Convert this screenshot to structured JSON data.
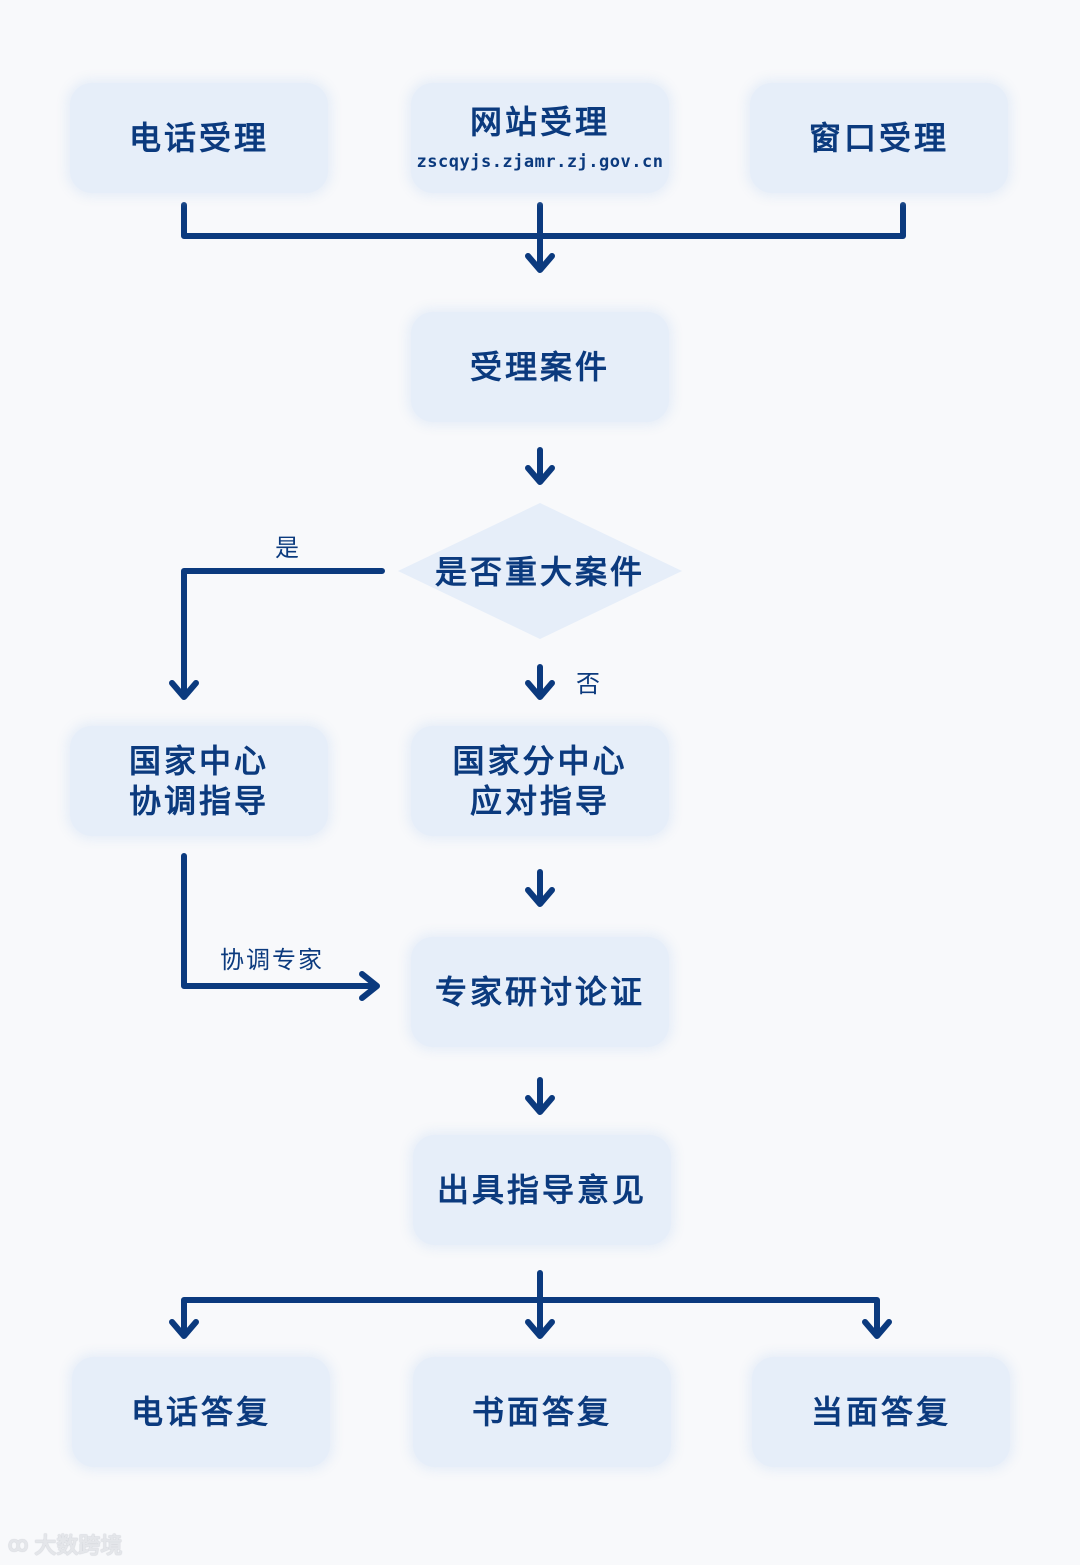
{
  "intake": {
    "phone": "电话受理",
    "website": "网站受理",
    "website_url": "zscqyjs.zjamr.zj.gov.cn",
    "window": "窗口受理"
  },
  "accept_case": "受理案件",
  "decision": {
    "question": "是否重大案件",
    "yes_label": "是",
    "no_label": "否"
  },
  "national_center": {
    "line1": "国家中心",
    "line2": "协调指导"
  },
  "branch_center": {
    "line1": "国家分中心",
    "line2": "应对指导"
  },
  "coordinate_experts_label": "协调专家",
  "expert_review": "专家研讨论证",
  "issue_opinion": "出具指导意见",
  "replies": {
    "phone": "电话答复",
    "written": "书面答复",
    "in_person": "当面答复"
  },
  "watermark": "大数跨境",
  "colors": {
    "node_fill": "#e6eef9",
    "line": "#0b3a7e",
    "text": "#0b3a7e",
    "background": "#f8f9fb"
  }
}
